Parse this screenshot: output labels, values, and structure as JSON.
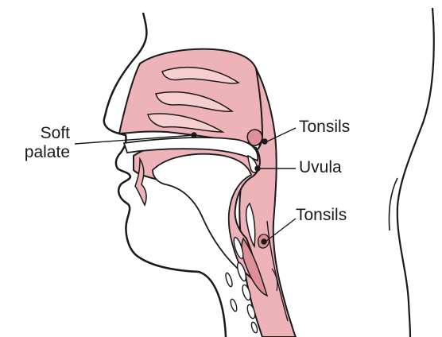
{
  "labels": {
    "soft_palate_line1": "Soft",
    "soft_palate_line2": "palate",
    "tonsils_upper": "Tonsils",
    "uvula": "Uvula",
    "tonsils_lower": "Tonsils"
  },
  "colors": {
    "tissue_fill": "#eeb3b8",
    "tissue_dark": "#df8f98",
    "outline": "#1a1a1a",
    "background": "#ffffff"
  }
}
